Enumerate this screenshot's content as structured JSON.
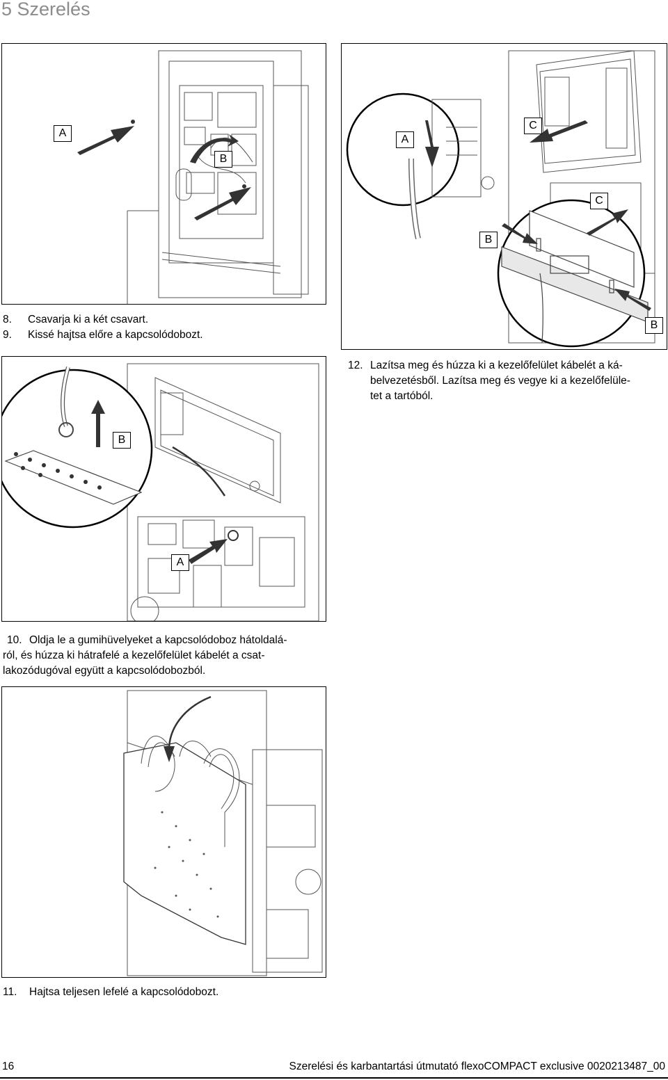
{
  "header": {
    "title": "5 Szerelés"
  },
  "figures": {
    "top_left": {
      "callouts": [
        "A",
        "B"
      ]
    },
    "top_right": {
      "callouts": [
        "A",
        "C",
        "C",
        "B",
        "B"
      ]
    },
    "mid_left": {
      "callouts": [
        "B",
        "A"
      ]
    },
    "bottom": {
      "callouts": []
    }
  },
  "steps": {
    "s8": {
      "num": "8.",
      "text": "Csavarja ki a két csavart."
    },
    "s9": {
      "num": "9.",
      "text": "Kissé hajtsa előre a kapcsolódobozt."
    },
    "s10": {
      "num": "10.",
      "lines": [
        "Oldja le a gumihüvelyeket a kapcsolódoboz hátoldalá-",
        "ról, és húzza ki hátrafelé a kezelőfelület kábelét a csat-",
        "lakozódugóval együtt a kapcsolódobozból."
      ]
    },
    "s11": {
      "num": "11.",
      "text": "Hajtsa teljesen lefelé a kapcsolódobozt."
    },
    "s12": {
      "num": "12.",
      "lines": [
        "Lazítsa meg és húzza ki a kezelőfelület kábelét a ká-",
        "belvezetésből. Lazítsa meg és vegye ki a kezelőfelüle-",
        "tet a tartóból."
      ]
    }
  },
  "footer": {
    "page_number": "16",
    "document_title": "Szerelési és karbantartási útmutató flexoCOMPACT exclusive 0020213487_00"
  }
}
